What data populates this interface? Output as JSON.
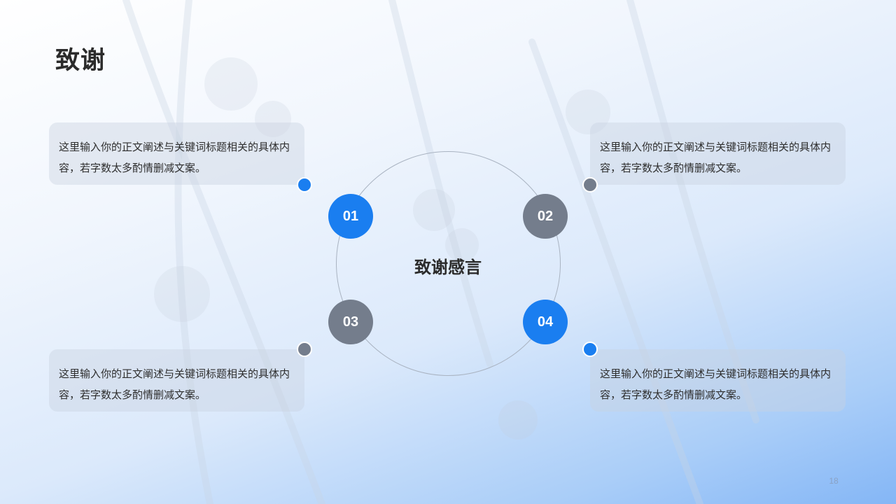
{
  "title": "致谢",
  "center_label": "致谢感言",
  "items": [
    {
      "number": "01",
      "text": "这里输入你的正文阐述与关键词标题相关的具体内容，若字数太多酌情删减文案。",
      "color": "#1a7ef0"
    },
    {
      "number": "02",
      "text": "这里输入你的正文阐述与关键词标题相关的具体内容，若字数太多酌情删减文案。",
      "color": "#747d8c"
    },
    {
      "number": "03",
      "text": "这里输入你的正文阐述与关键词标题相关的具体内容，若字数太多酌情删减文案。",
      "color": "#747d8c"
    },
    {
      "number": "04",
      "text": "这里输入你的正文阐述与关键词标题相关的具体内容，若字数太多酌情删减文案。",
      "color": "#1a7ef0"
    }
  ],
  "colors": {
    "accent_blue": "#1a7ef0",
    "accent_gray": "#747d8c",
    "ring": "#a9b3c1"
  },
  "page_number": "18"
}
